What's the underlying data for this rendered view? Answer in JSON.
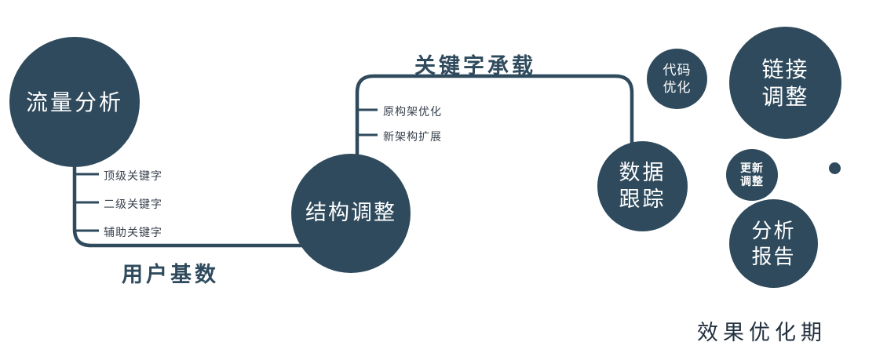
{
  "diagram": {
    "colors": {
      "primary": "#2e4a5c",
      "node_text": "#ffffff",
      "background": "#ffffff"
    },
    "nodes": {
      "traffic": {
        "label": "流量分析"
      },
      "structure": {
        "label": "结构调整"
      },
      "tracking": {
        "line1": "数据",
        "line2": "跟踪"
      },
      "code": {
        "line1": "代码",
        "line2": "优化"
      },
      "link": {
        "line1": "链接",
        "line2": "调整"
      },
      "update": {
        "line1": "更新",
        "line2": "调整"
      },
      "report": {
        "line1": "分析",
        "line2": "报告"
      }
    },
    "branches": {
      "traffic": [
        "顶级关键字",
        "二级关键字",
        "辅助关键字"
      ],
      "structure": [
        "原构架优化",
        "新架构扩展"
      ]
    },
    "labels": {
      "user_base": "用户基数",
      "keyword_bearing": "关键字承载",
      "footer": "效果优化期"
    }
  }
}
